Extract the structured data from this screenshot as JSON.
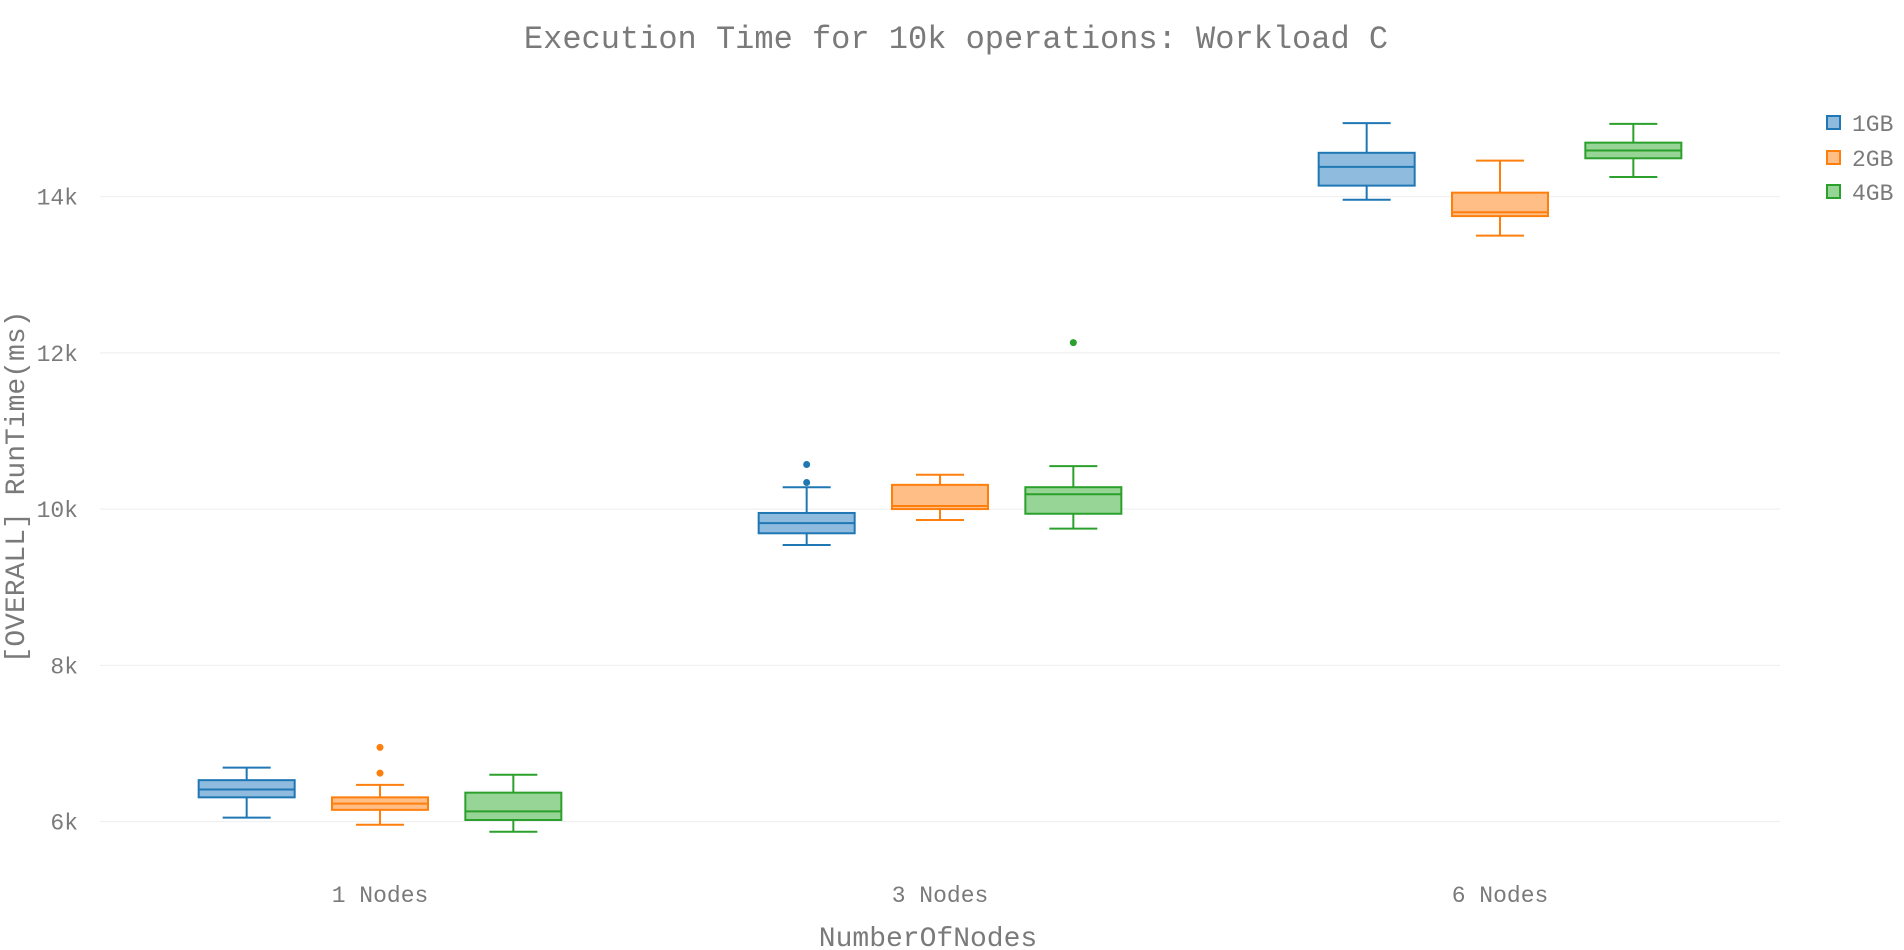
{
  "chart_data": {
    "type": "box",
    "title": "Execution Time for 10k operations: Workload C",
    "xlabel": "NumberOfNodes",
    "ylabel": "[OVERALL] RunTime(ms)",
    "categories": [
      "1 Nodes",
      "3 Nodes",
      "6 Nodes"
    ],
    "y_ticks": [
      6000,
      8000,
      10000,
      12000,
      14000
    ],
    "y_tick_labels": [
      "6k",
      "8k",
      "10k",
      "12k",
      "14k"
    ],
    "ylim": [
      5380,
      15620
    ],
    "grid": true,
    "legend_position": "top-right",
    "series": [
      {
        "name": "1GB",
        "color": "#1f77b4",
        "fill": "#8fbbdf",
        "boxes": [
          {
            "category": "1 Nodes",
            "min": 6050,
            "q1": 6310,
            "median": 6410,
            "q3": 6530,
            "max": 6690,
            "outliers": []
          },
          {
            "category": "3 Nodes",
            "min": 9540,
            "q1": 9690,
            "median": 9820,
            "q3": 9950,
            "max": 10280,
            "outliers": [
              10340,
              10570
            ]
          },
          {
            "category": "6 Nodes",
            "min": 13960,
            "q1": 14140,
            "median": 14380,
            "q3": 14560,
            "max": 14940,
            "outliers": []
          }
        ]
      },
      {
        "name": "2GB",
        "color": "#ff7f0e",
        "fill": "#ffbe86",
        "boxes": [
          {
            "category": "1 Nodes",
            "min": 5960,
            "q1": 6150,
            "median": 6230,
            "q3": 6310,
            "max": 6470,
            "outliers": [
              6620,
              6950
            ]
          },
          {
            "category": "3 Nodes",
            "min": 9860,
            "q1": 10000,
            "median": 10040,
            "q3": 10310,
            "max": 10440,
            "outliers": []
          },
          {
            "category": "6 Nodes",
            "min": 13500,
            "q1": 13750,
            "median": 13800,
            "q3": 14050,
            "max": 14460,
            "outliers": []
          }
        ]
      },
      {
        "name": "4GB",
        "color": "#2ca02c",
        "fill": "#96d595",
        "boxes": [
          {
            "category": "1 Nodes",
            "min": 5870,
            "q1": 6020,
            "median": 6130,
            "q3": 6370,
            "max": 6600,
            "outliers": []
          },
          {
            "category": "3 Nodes",
            "min": 9750,
            "q1": 9940,
            "median": 10190,
            "q3": 10280,
            "max": 10550,
            "outliers": [
              12130
            ]
          },
          {
            "category": "6 Nodes",
            "min": 14250,
            "q1": 14490,
            "median": 14590,
            "q3": 14690,
            "max": 14930,
            "outliers": []
          }
        ]
      }
    ]
  }
}
